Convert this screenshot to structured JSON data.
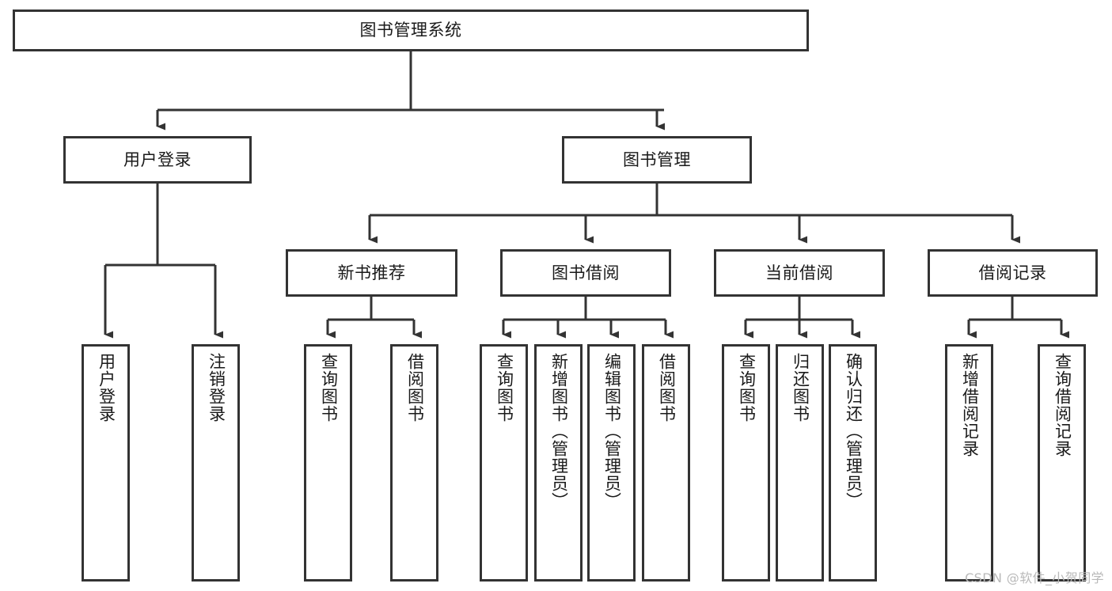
{
  "diagram": {
    "title": "图书管理系统",
    "type": "tree",
    "watermark": "CSDN @软件_小贺同学",
    "colors": {
      "node_border": "#333333",
      "node_fill": "#ffffff",
      "edge": "#333333",
      "text": "#1a1a1a",
      "watermark": "#b9b9b9",
      "background": "#ffffff"
    },
    "nodes": {
      "root": {
        "label": "图书管理系统",
        "level": 1
      },
      "user_login": {
        "label": "用户登录",
        "level": 2
      },
      "book_manage": {
        "label": "图书管理",
        "level": 2
      },
      "new_book_rec": {
        "label": "新书推荐",
        "level": 3
      },
      "book_borrow": {
        "label": "图书借阅",
        "level": 3
      },
      "current_borrow": {
        "label": "当前借阅",
        "level": 3
      },
      "borrow_record": {
        "label": "借阅记录",
        "level": 3
      },
      "leaf_user_login": {
        "label": "用户登录",
        "level": 4
      },
      "leaf_logout": {
        "label": "注销登录",
        "level": 4
      },
      "leaf_query_book_1": {
        "label": "查询图书",
        "level": 4
      },
      "leaf_borrow_book_1": {
        "label": "借阅图书",
        "level": 4
      },
      "leaf_query_book_2": {
        "label": "查询图书",
        "level": 4
      },
      "leaf_add_book": {
        "label": "新增图书（管理员）",
        "level": 4
      },
      "leaf_edit_book": {
        "label": "编辑图书（管理员）",
        "level": 4
      },
      "leaf_borrow_book_2": {
        "label": "借阅图书",
        "level": 4
      },
      "leaf_query_book_3": {
        "label": "查询图书",
        "level": 4
      },
      "leaf_return_book": {
        "label": "归还图书",
        "level": 4
      },
      "leaf_confirm_return": {
        "label": "确认归还（管理员）",
        "level": 4
      },
      "leaf_add_record": {
        "label": "新增借阅记录",
        "level": 4
      },
      "leaf_query_record": {
        "label": "查询借阅记录",
        "level": 4
      }
    }
  }
}
